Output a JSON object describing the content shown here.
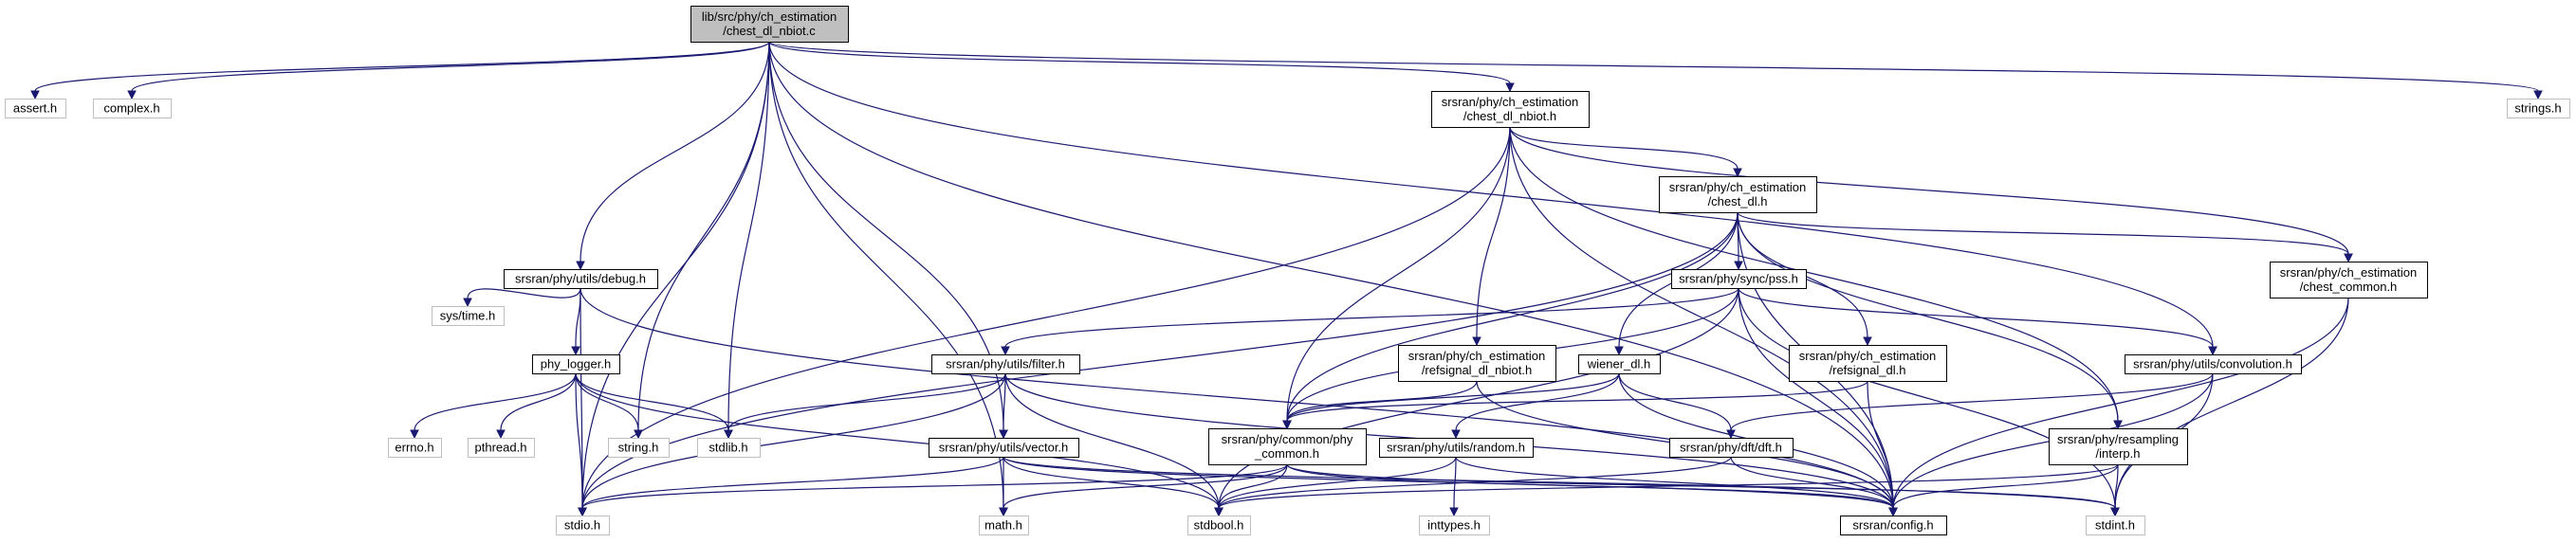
{
  "diagram": {
    "type": "include-dependency-graph",
    "nodes": [
      {
        "id": "root",
        "label": [
          "lib/src/phy/ch_estimation",
          "/chest_dl_nbiot.c"
        ],
        "style": "root"
      },
      {
        "id": "assert",
        "label": [
          "assert.h"
        ],
        "style": "sys"
      },
      {
        "id": "complex",
        "label": [
          "complex.h"
        ],
        "style": "sys"
      },
      {
        "id": "strings",
        "label": [
          "strings.h"
        ],
        "style": "sys"
      },
      {
        "id": "nbiot_h",
        "label": [
          "srsran/phy/ch_estimation",
          "/chest_dl_nbiot.h"
        ],
        "style": "local"
      },
      {
        "id": "chest_dl",
        "label": [
          "srsran/phy/ch_estimation",
          "/chest_dl.h"
        ],
        "style": "local"
      },
      {
        "id": "debug",
        "label": [
          "srsran/phy/utils/debug.h"
        ],
        "style": "local"
      },
      {
        "id": "pss",
        "label": [
          "srsran/phy/sync/pss.h"
        ],
        "style": "local"
      },
      {
        "id": "chest_common",
        "label": [
          "srsran/phy/ch_estimation",
          "/chest_common.h"
        ],
        "style": "local"
      },
      {
        "id": "systime",
        "label": [
          "sys/time.h"
        ],
        "style": "sys"
      },
      {
        "id": "phy_logger",
        "label": [
          "phy_logger.h"
        ],
        "style": "local"
      },
      {
        "id": "filter",
        "label": [
          "srsran/phy/utils/filter.h"
        ],
        "style": "local"
      },
      {
        "id": "refsig_nbiot",
        "label": [
          "srsran/phy/ch_estimation",
          "/refsignal_dl_nbiot.h"
        ],
        "style": "local"
      },
      {
        "id": "wiener",
        "label": [
          "wiener_dl.h"
        ],
        "style": "local"
      },
      {
        "id": "refsig_dl",
        "label": [
          "srsran/phy/ch_estimation",
          "/refsignal_dl.h"
        ],
        "style": "local"
      },
      {
        "id": "convolution",
        "label": [
          "srsran/phy/utils/convolution.h"
        ],
        "style": "local"
      },
      {
        "id": "phy_common",
        "label": [
          "srsran/phy/common/phy",
          "_common.h"
        ],
        "style": "local"
      },
      {
        "id": "errno",
        "label": [
          "errno.h"
        ],
        "style": "sys"
      },
      {
        "id": "pthread",
        "label": [
          "pthread.h"
        ],
        "style": "sys"
      },
      {
        "id": "string",
        "label": [
          "string.h"
        ],
        "style": "sys"
      },
      {
        "id": "stdlib",
        "label": [
          "stdlib.h"
        ],
        "style": "sys"
      },
      {
        "id": "vector",
        "label": [
          "srsran/phy/utils/vector.h"
        ],
        "style": "local"
      },
      {
        "id": "random",
        "label": [
          "srsran/phy/utils/random.h"
        ],
        "style": "local"
      },
      {
        "id": "dft",
        "label": [
          "srsran/phy/dft/dft.h"
        ],
        "style": "local"
      },
      {
        "id": "interp",
        "label": [
          "srsran/phy/resampling",
          "/interp.h"
        ],
        "style": "local"
      },
      {
        "id": "stdio",
        "label": [
          "stdio.h"
        ],
        "style": "sys"
      },
      {
        "id": "math",
        "label": [
          "math.h"
        ],
        "style": "sys"
      },
      {
        "id": "stdbool",
        "label": [
          "stdbool.h"
        ],
        "style": "sys"
      },
      {
        "id": "inttypes",
        "label": [
          "inttypes.h"
        ],
        "style": "sys"
      },
      {
        "id": "config",
        "label": [
          "srsran/config.h"
        ],
        "style": "local"
      },
      {
        "id": "stdint",
        "label": [
          "stdint.h"
        ],
        "style": "sys"
      }
    ],
    "edges": [
      [
        "root",
        "assert"
      ],
      [
        "root",
        "complex"
      ],
      [
        "root",
        "strings"
      ],
      [
        "root",
        "nbiot_h"
      ],
      [
        "root",
        "debug"
      ],
      [
        "root",
        "stdio"
      ],
      [
        "root",
        "string"
      ],
      [
        "root",
        "stdlib"
      ],
      [
        "root",
        "math"
      ],
      [
        "root",
        "vector"
      ],
      [
        "root",
        "convolution"
      ],
      [
        "root",
        "config"
      ],
      [
        "nbiot_h",
        "chest_dl"
      ],
      [
        "nbiot_h",
        "chest_common"
      ],
      [
        "nbiot_h",
        "refsig_nbiot"
      ],
      [
        "nbiot_h",
        "phy_common"
      ],
      [
        "nbiot_h",
        "stdio"
      ],
      [
        "nbiot_h",
        "interp"
      ],
      [
        "nbiot_h",
        "config"
      ],
      [
        "chest_dl",
        "pss"
      ],
      [
        "chest_dl",
        "chest_common"
      ],
      [
        "chest_dl",
        "wiener"
      ],
      [
        "chest_dl",
        "refsig_dl"
      ],
      [
        "chest_dl",
        "interp"
      ],
      [
        "chest_dl",
        "phy_common"
      ],
      [
        "chest_dl",
        "stdio"
      ],
      [
        "chest_dl",
        "config"
      ],
      [
        "debug",
        "systime"
      ],
      [
        "debug",
        "phy_logger"
      ],
      [
        "debug",
        "stdio"
      ],
      [
        "debug",
        "config"
      ],
      [
        "pss",
        "filter"
      ],
      [
        "pss",
        "convolution"
      ],
      [
        "pss",
        "phy_common"
      ],
      [
        "pss",
        "stdbool"
      ],
      [
        "pss",
        "stdint"
      ],
      [
        "pss",
        "config"
      ],
      [
        "chest_common",
        "config"
      ],
      [
        "chest_common",
        "stdint"
      ],
      [
        "phy_logger",
        "errno"
      ],
      [
        "phy_logger",
        "pthread"
      ],
      [
        "phy_logger",
        "string"
      ],
      [
        "phy_logger",
        "stdlib"
      ],
      [
        "phy_logger",
        "stdio"
      ],
      [
        "phy_logger",
        "stdbool"
      ],
      [
        "filter",
        "vector"
      ],
      [
        "filter",
        "stdlib"
      ],
      [
        "filter",
        "stdio"
      ],
      [
        "filter",
        "stdbool"
      ],
      [
        "filter",
        "config"
      ],
      [
        "refsig_nbiot",
        "phy_common"
      ],
      [
        "refsig_nbiot",
        "config"
      ],
      [
        "wiener",
        "phy_common"
      ],
      [
        "wiener",
        "random"
      ],
      [
        "wiener",
        "dft"
      ],
      [
        "wiener",
        "config"
      ],
      [
        "refsig_dl",
        "phy_common"
      ],
      [
        "refsig_dl",
        "config"
      ],
      [
        "convolution",
        "dft"
      ],
      [
        "convolution",
        "config"
      ],
      [
        "convolution",
        "stdint"
      ],
      [
        "phy_common",
        "stdio"
      ],
      [
        "phy_common",
        "math"
      ],
      [
        "phy_common",
        "stdbool"
      ],
      [
        "phy_common",
        "stdint"
      ],
      [
        "phy_common",
        "config"
      ],
      [
        "vector",
        "stdio"
      ],
      [
        "vector",
        "math"
      ],
      [
        "vector",
        "stdbool"
      ],
      [
        "vector",
        "stdint"
      ],
      [
        "vector",
        "config"
      ],
      [
        "random",
        "inttypes"
      ],
      [
        "random",
        "stdbool"
      ],
      [
        "random",
        "config"
      ],
      [
        "dft",
        "stdbool"
      ],
      [
        "dft",
        "config"
      ],
      [
        "interp",
        "stdint"
      ],
      [
        "interp",
        "config"
      ],
      [
        "interp",
        "stdbool"
      ]
    ]
  },
  "colors": {
    "edge": "#191970",
    "root_fill": "#bfbfbf",
    "system_header_border": "#bfbfbf",
    "local_header_border": "#000000",
    "background": "#ffffff"
  }
}
